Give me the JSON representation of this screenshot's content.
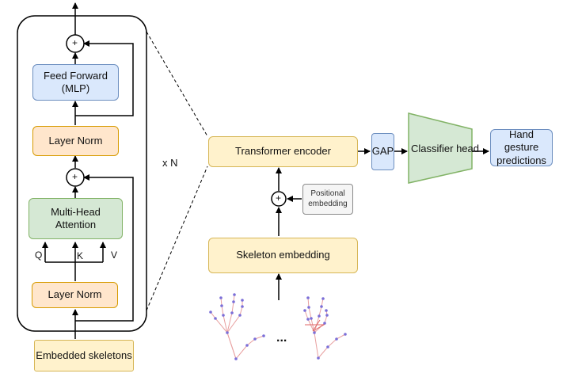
{
  "encoder_block": {
    "feed_forward": "Feed Forward (MLP)",
    "layer_norm_top": "Layer Norm",
    "attention": "Multi-Head Attention",
    "layer_norm_bottom": "Layer Norm",
    "input": "Embedded skeletons",
    "q_label": "Q",
    "k_label": "K",
    "v_label": "V",
    "plus": "+",
    "repeat_label": "x N"
  },
  "pipeline": {
    "transformer_encoder": "Transformer encoder",
    "skeleton_embedding": "Skeleton embedding",
    "positional_embedding": "Positional embedding",
    "gap": "GAP",
    "classifier_head": "Classifier head",
    "output": "Hand gesture predictions",
    "ellipsis": "..."
  },
  "colors": {
    "blue_fill": "#dae8fc",
    "orange_fill": "#ffe6cc",
    "green_fill": "#d5e8d4",
    "yellow_fill": "#fff2cc",
    "skeleton_line": "#e8a0a0",
    "skeleton_joint": "#7b6fd8"
  }
}
